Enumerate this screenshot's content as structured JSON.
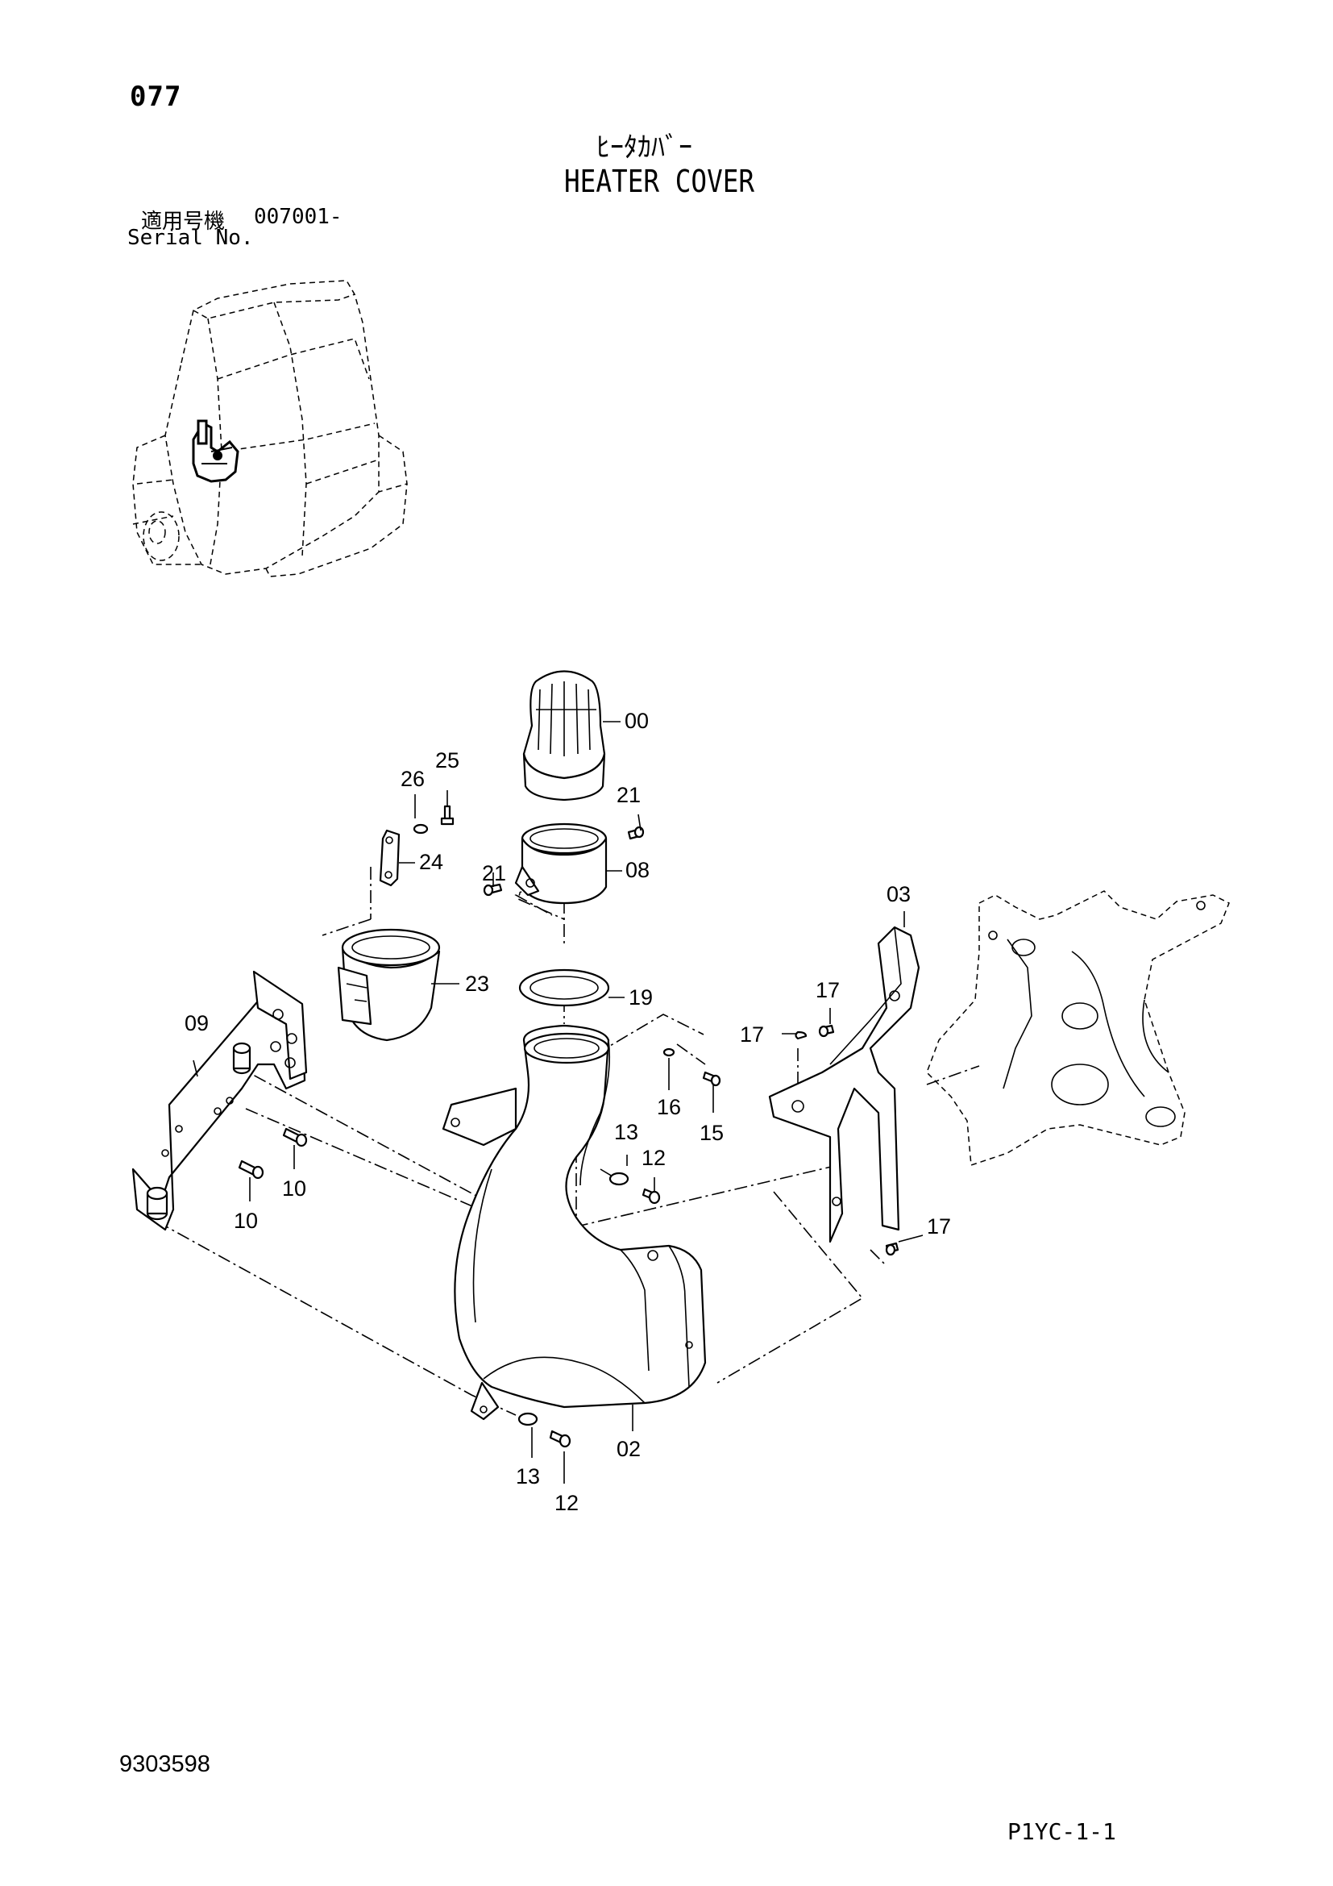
{
  "header": {
    "page_number": "077",
    "title_jp": "ﾋｰﾀｶﾊﾞｰ",
    "title_en": "HEATER COVER",
    "serial_label_jp": "適用号機",
    "serial_value": "007001-",
    "serial_label_en": "Serial No."
  },
  "footer": {
    "doc_number": "9303598",
    "sheet_code": "P1YC-1-1"
  },
  "diagram": {
    "callouts": [
      {
        "id": "00",
        "label": "00"
      },
      {
        "id": "25",
        "label": "25"
      },
      {
        "id": "26",
        "label": "26"
      },
      {
        "id": "21a",
        "label": "21"
      },
      {
        "id": "24",
        "label": "24"
      },
      {
        "id": "21b",
        "label": "21"
      },
      {
        "id": "08",
        "label": "08"
      },
      {
        "id": "03",
        "label": "03"
      },
      {
        "id": "23",
        "label": "23"
      },
      {
        "id": "19",
        "label": "19"
      },
      {
        "id": "17a",
        "label": "17"
      },
      {
        "id": "17b",
        "label": "17"
      },
      {
        "id": "09",
        "label": "09"
      },
      {
        "id": "16",
        "label": "16"
      },
      {
        "id": "15",
        "label": "15"
      },
      {
        "id": "13a",
        "label": "13"
      },
      {
        "id": "12a",
        "label": "12"
      },
      {
        "id": "10a",
        "label": "10"
      },
      {
        "id": "10b",
        "label": "10"
      },
      {
        "id": "17c",
        "label": "17"
      },
      {
        "id": "02",
        "label": "02"
      },
      {
        "id": "13b",
        "label": "13"
      },
      {
        "id": "12b",
        "label": "12"
      }
    ]
  }
}
